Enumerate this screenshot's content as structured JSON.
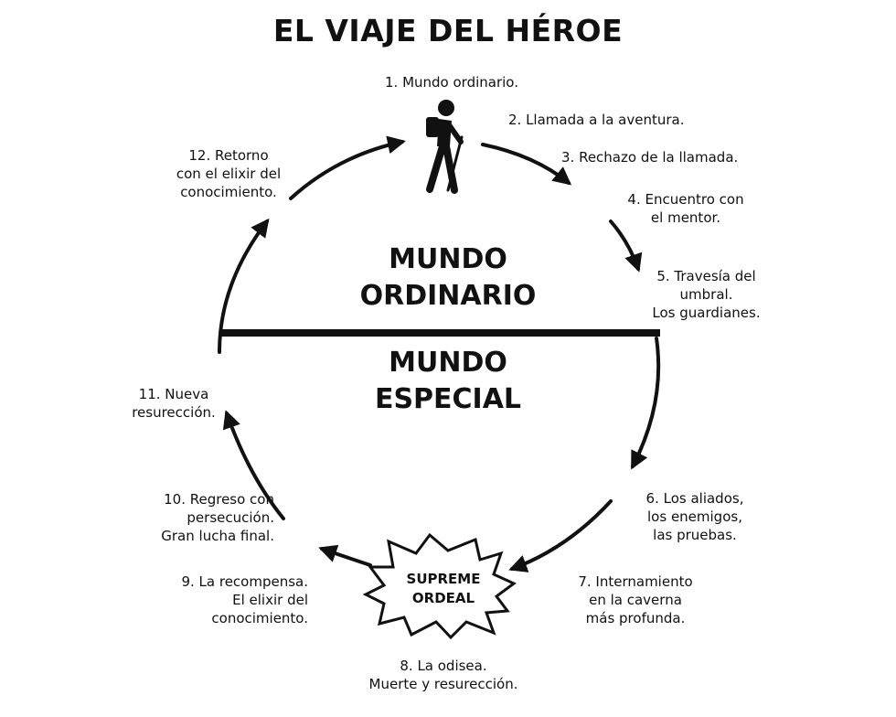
{
  "title": "EL VIAJE DEL HÉROE",
  "worlds": {
    "ordinary": [
      "MUNDO",
      "ORDINARIO"
    ],
    "special": [
      "MUNDO",
      "ESPECIAL"
    ]
  },
  "stages": [
    "1. Mundo ordinario.",
    "2. Llamada a la aventura.",
    "3. Rechazo de la llamada.",
    "4. Encuentro con\nel mentor.",
    "5. Travesía del\numbral.\nLos guardianes.",
    "6. Los aliados,\nlos enemigos,\nlas pruebas.",
    "7. Internamiento\nen la caverna\nmás profunda.",
    "8. La odisea.\nMuerte y resurección.",
    "9. La recompensa.\nEl elixir del\nconocimiento.",
    "10. Regreso con\npersecución.\nGran lucha final.",
    "11. Nueva\nresurección.",
    "12. Retorno\ncon el elixir del\nconocimiento."
  ],
  "ordeal_badge": [
    "SUPREME",
    "ORDEAL"
  ],
  "icons": [
    "hiker-icon",
    "starburst-icon"
  ],
  "colors": {
    "ink": "#111111",
    "background": "#ffffff"
  }
}
